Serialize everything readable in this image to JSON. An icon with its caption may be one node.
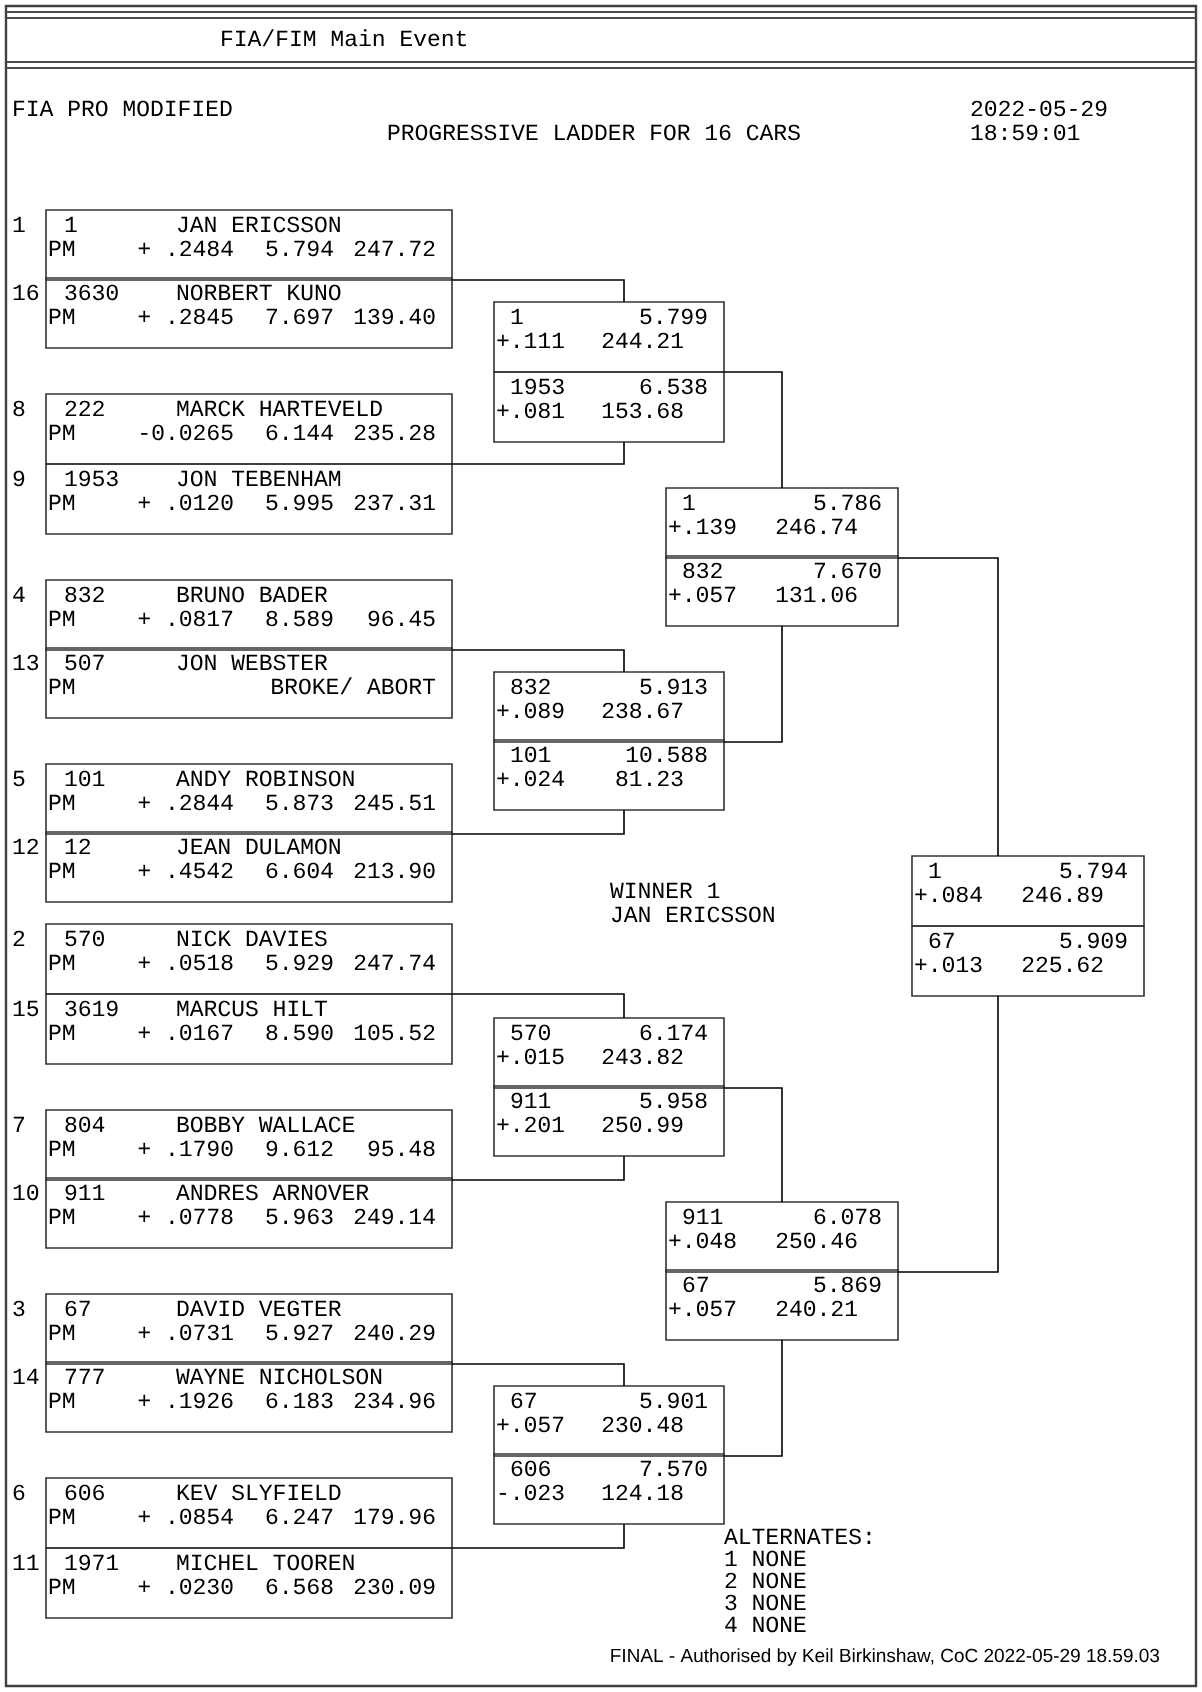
{
  "diagram": {
    "title": "FIA/FIM Main Event",
    "nodes": [
      {
        "text": [
          "1",
          "JAN ERICSSON",
          "PM",
          "+ .2484",
          "5.794",
          "247.72"
        ],
        "beside": [
          "1"
        ]
      },
      {
        "text": [
          "3630",
          "NORBERT KUNO",
          "PM",
          "+ .2845",
          "7.697",
          "139.40"
        ],
        "beside": [
          "16"
        ]
      },
      {
        "text": [
          "222",
          "MARCK HARTEVELD",
          "PM",
          "-0.0265",
          "6.144",
          "235.28"
        ],
        "beside": [
          "8"
        ]
      },
      {
        "text": [
          "1953",
          "JON TEBENHAM",
          "PM",
          "+ .0120",
          "5.995",
          "237.31"
        ],
        "beside": [
          "9"
        ]
      },
      {
        "text": [
          "832",
          "BRUNO BADER",
          "PM",
          "+ .0817",
          "8.589",
          "96.45"
        ],
        "beside": [
          "4"
        ]
      },
      {
        "text": [
          "507",
          "JON WEBSTER",
          "PM",
          "BROKE/ ABORT"
        ],
        "beside": [
          "13"
        ]
      },
      {
        "text": [
          "101",
          "ANDY ROBINSON",
          "PM",
          "+ .2844",
          "5.873",
          "245.51"
        ],
        "beside": [
          "5"
        ]
      },
      {
        "text": [
          "12",
          "JEAN DULAMON",
          "PM",
          "+ .4542",
          "6.604",
          "213.90"
        ],
        "beside": [
          "12"
        ]
      },
      {
        "text": [
          "570",
          "NICK DAVIES",
          "PM",
          "+ .0518",
          "5.929",
          "247.74"
        ],
        "beside": [
          "2"
        ]
      },
      {
        "text": [
          "3619",
          "MARCUS HILT",
          "PM",
          "+ .0167",
          "8.590",
          "105.52"
        ],
        "beside": [
          "15"
        ]
      },
      {
        "text": [
          "804",
          "BOBBY WALLACE",
          "PM",
          "+ .1790",
          "9.612",
          "95.48"
        ],
        "beside": [
          "7"
        ]
      },
      {
        "text": [
          "911",
          "ANDRES ARNOVER",
          "PM",
          "+ .0778",
          "5.963",
          "249.14"
        ],
        "beside": [
          "10"
        ]
      },
      {
        "text": [
          "67",
          "DAVID VEGTER",
          "PM",
          "+ .0731",
          "5.927",
          "240.29"
        ],
        "beside": [
          "3"
        ]
      },
      {
        "text": [
          "777",
          "WAYNE NICHOLSON",
          "PM",
          "+ .1926",
          "6.183",
          "234.96"
        ],
        "beside": [
          "14"
        ]
      },
      {
        "text": [
          "606",
          "KEV SLYFIELD",
          "PM",
          "+ .0854",
          "6.247",
          "179.96"
        ],
        "beside": [
          "6"
        ]
      },
      {
        "text": [
          "1971",
          "MICHEL TOOREN",
          "PM",
          "+ .0230",
          "6.568",
          "230.09"
        ],
        "beside": [
          "11"
        ]
      },
      {
        "text": [
          "1",
          "5.799",
          "+.111",
          "244.21"
        ]
      },
      {
        "text": [
          "1953",
          "6.538",
          "+.081",
          "153.68"
        ]
      },
      {
        "text": [
          "832",
          "5.913",
          "+.089",
          "238.67"
        ]
      },
      {
        "text": [
          "101",
          "10.588",
          "+.024",
          "81.23"
        ]
      },
      {
        "text": [
          "570",
          "6.174",
          "+.015",
          "243.82"
        ]
      },
      {
        "text": [
          "911",
          "5.958",
          "+.201",
          "250.99"
        ]
      },
      {
        "text": [
          "67",
          "5.901",
          "+.057",
          "230.48"
        ]
      },
      {
        "text": [
          "606",
          "7.570",
          "-.023",
          "124.18"
        ]
      },
      {
        "text": [
          "1",
          "5.786",
          "+.139",
          "246.74"
        ]
      },
      {
        "text": [
          "832",
          "7.670",
          "+.057",
          "131.06"
        ]
      },
      {
        "text": [
          "911",
          "6.078",
          "+.048",
          "250.46"
        ]
      },
      {
        "text": [
          "67",
          "5.869",
          "+.057",
          "240.21"
        ]
      },
      {
        "text": [
          "1",
          "5.794",
          "+.084",
          "246.89"
        ]
      },
      {
        "text": [
          "67",
          "5.909",
          "+.013",
          "225.62"
        ]
      }
    ],
    "edges": [
      {
        "from": 0,
        "to": 16,
        "arrow": "none"
      },
      {
        "from": 1,
        "to": 16,
        "arrow": "none"
      },
      {
        "from": 2,
        "to": 17,
        "arrow": "none"
      },
      {
        "from": 3,
        "to": 17,
        "arrow": "none"
      },
      {
        "from": 4,
        "to": 18,
        "arrow": "none"
      },
      {
        "from": 5,
        "to": 18,
        "arrow": "none"
      },
      {
        "from": 6,
        "to": 19,
        "arrow": "none"
      },
      {
        "from": 7,
        "to": 19,
        "arrow": "none"
      },
      {
        "from": 8,
        "to": 20,
        "arrow": "none"
      },
      {
        "from": 9,
        "to": 20,
        "arrow": "none"
      },
      {
        "from": 10,
        "to": 21,
        "arrow": "none"
      },
      {
        "from": 11,
        "to": 21,
        "arrow": "none"
      },
      {
        "from": 12,
        "to": 22,
        "arrow": "none"
      },
      {
        "from": 13,
        "to": 22,
        "arrow": "none"
      },
      {
        "from": 14,
        "to": 23,
        "arrow": "none"
      },
      {
        "from": 15,
        "to": 23,
        "arrow": "none"
      },
      {
        "from": 16,
        "to": 24,
        "arrow": "none"
      },
      {
        "from": 17,
        "to": 24,
        "arrow": "none"
      },
      {
        "from": 18,
        "to": 25,
        "arrow": "none"
      },
      {
        "from": 19,
        "to": 25,
        "arrow": "none"
      },
      {
        "from": 20,
        "to": 26,
        "arrow": "none"
      },
      {
        "from": 21,
        "to": 26,
        "arrow": "none"
      },
      {
        "from": 22,
        "to": 27,
        "arrow": "none"
      },
      {
        "from": 23,
        "to": 27,
        "arrow": "none"
      },
      {
        "from": 24,
        "to": 28,
        "arrow": "none"
      },
      {
        "from": 25,
        "to": 28,
        "arrow": "none"
      },
      {
        "from": 26,
        "to": 29,
        "arrow": "none"
      },
      {
        "from": 27,
        "to": 29,
        "arrow": "none"
      }
    ],
    "labels": [
      "FIA PRO MODIFIED",
      "PROGRESSIVE LADDER FOR 16 CARS",
      "2022-05-29",
      "18:59:01",
      "WINNER 1",
      "JAN ERICSSON",
      "ALTERNATES:",
      "1 NONE",
      "2 NONE",
      "3 NONE",
      "4 NONE",
      "FINAL - Authorised by Keil Birkinshaw, CoC 2022-05-29 18.59.03"
    ]
  }
}
